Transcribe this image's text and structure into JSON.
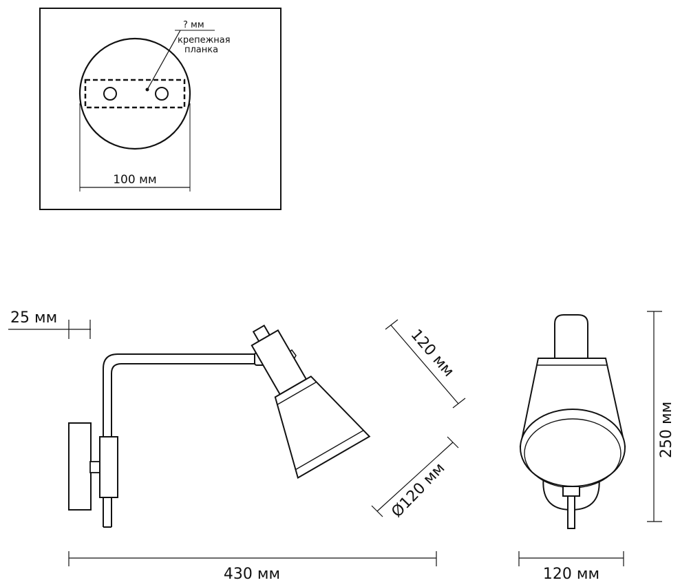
{
  "mount_detail": {
    "screw_dim": "? мм",
    "plate_label_line1": "крепежная",
    "plate_label_line2": "планка",
    "diameter_label": "100 мм"
  },
  "side_view": {
    "wall_offset_label": "25 мм",
    "shade_height_label": "120 мм",
    "shade_diameter_label": "Ø120 мм",
    "total_length_label": "430 мм"
  },
  "front_view": {
    "height_label": "250 мм",
    "width_label": "120 мм"
  }
}
